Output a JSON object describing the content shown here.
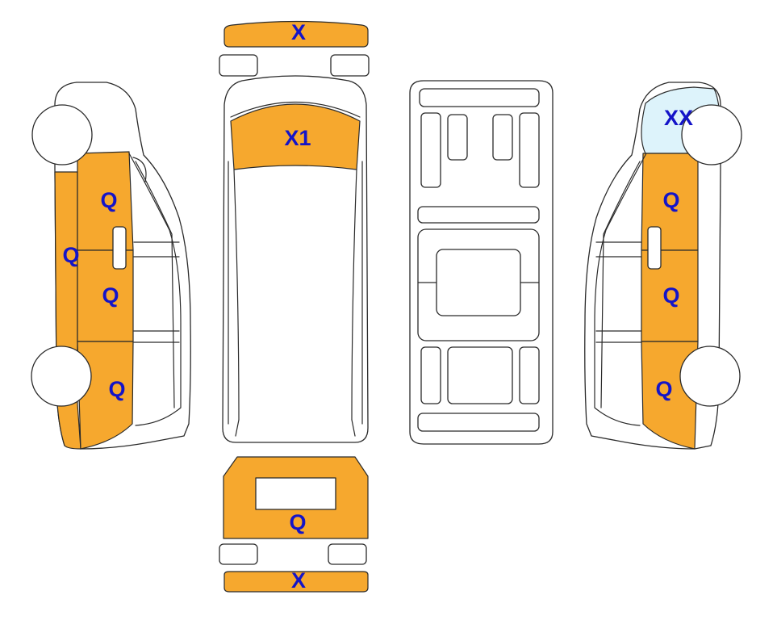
{
  "legend_colors": {
    "damage_fill": "#f6a82e",
    "glass_fill": "#ddf3fb",
    "label_color": "#1414c8",
    "outline": "#2a2a2a",
    "background": "#ffffff"
  },
  "labels": {
    "front_bumper": "X",
    "windshield": "X1",
    "left_sill": "Q",
    "left_front_door": "Q",
    "left_sliding_door": "Q",
    "left_rear_quarter": "Q",
    "right_windshield_pillar": "XX",
    "right_front_door": "Q",
    "right_sliding_door": "Q",
    "right_rear_quarter": "Q",
    "rear_door": "Q",
    "rear_bumper": "X"
  }
}
